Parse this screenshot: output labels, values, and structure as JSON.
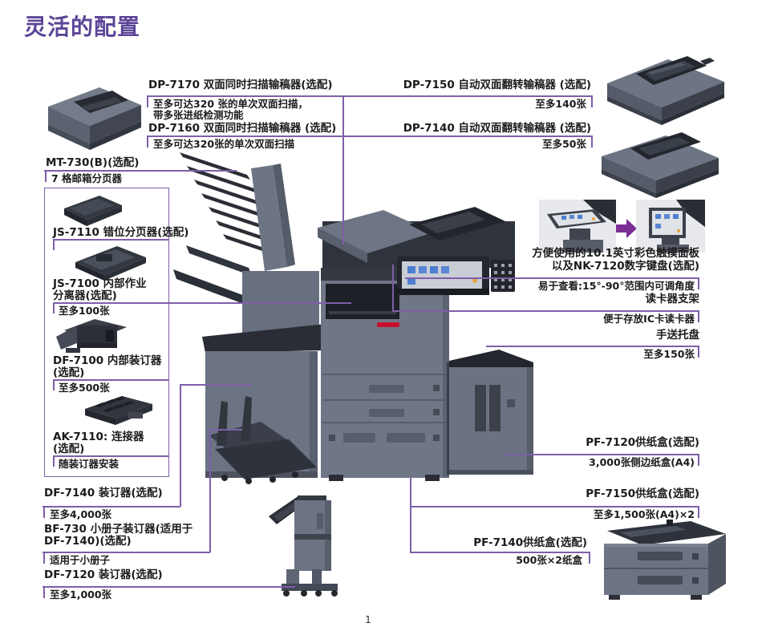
{
  "page": {
    "title": "灵活的配置",
    "page_number": "1"
  },
  "colors": {
    "accent_purple": "#5b4597",
    "line_purple": "#7e5fa8",
    "arrow_purple": "#7a2e94",
    "text": "#1b1b1b",
    "machine_body": "#6e7585",
    "machine_dark": "#2c2f37",
    "logo_red": "#c8102e"
  },
  "callouts": {
    "dp7170": {
      "label": "DP-7170 双面同时扫描输稿器(选配)",
      "desc1": "至多可达320 张的单次双面扫描，",
      "desc2": "带多张进纸检测功能"
    },
    "dp7160": {
      "label": "DP-7160 双面同时扫描输稿器 (选配)",
      "desc": "至多可达320张的单次双面扫描"
    },
    "dp7150": {
      "label": "DP-7150 自动双面翻转输稿器 (选配)",
      "desc": "至多140张"
    },
    "dp7140": {
      "label": "DP-7140 自动双面翻转输稿器 (选配)",
      "desc": "至多50张"
    },
    "mt730": {
      "label": "MT-730(B)(选配)",
      "desc": "7 格邮箱分页器"
    },
    "js7110": {
      "label": "JS-7110 错位分页器(选配)"
    },
    "js7100": {
      "label1": "JS-7100 内部作业",
      "label2": "分离器(选配)",
      "desc": "至多100张"
    },
    "df7100": {
      "label1": "DF-7100 内部装订器",
      "label2": "(选配)",
      "desc": "至多500张"
    },
    "ak7110": {
      "label1": "AK-7110: 连接器",
      "label2": "(选配)",
      "desc": "随装订器安装"
    },
    "df7140": {
      "label": "DF-7140 装订器(选配)",
      "desc": "至多4,000张"
    },
    "bf730": {
      "label1": "BF-730 小册子装订器(适用于",
      "label2": "DF-7140)(选配)",
      "desc": "适用于小册子"
    },
    "df7120": {
      "label": "DF-7120 装订器(选配)",
      "desc": "至多1,000张"
    },
    "touch_panel": {
      "label1": "方便使用的10.1英寸彩色触摸面板",
      "label2": "以及NK-7120数字键盘(选配)",
      "desc": "易于查看:15°-90°范围内可调角度"
    },
    "card_reader": {
      "label": "读卡器支架",
      "desc": "便于存放IC卡读卡器"
    },
    "bypass_tray": {
      "label": "手送托盘",
      "desc": "至多150张"
    },
    "pf7120": {
      "label": "PF-7120供纸盒(选配)",
      "desc": "3,000张侧边纸盒(A4)"
    },
    "pf7150": {
      "label": "PF-7150供纸盒(选配)",
      "desc": "至多1,500张(A4)×2"
    },
    "pf7140": {
      "label": "PF-7140供纸盒(选配)",
      "desc": "500张×2纸盒"
    }
  }
}
